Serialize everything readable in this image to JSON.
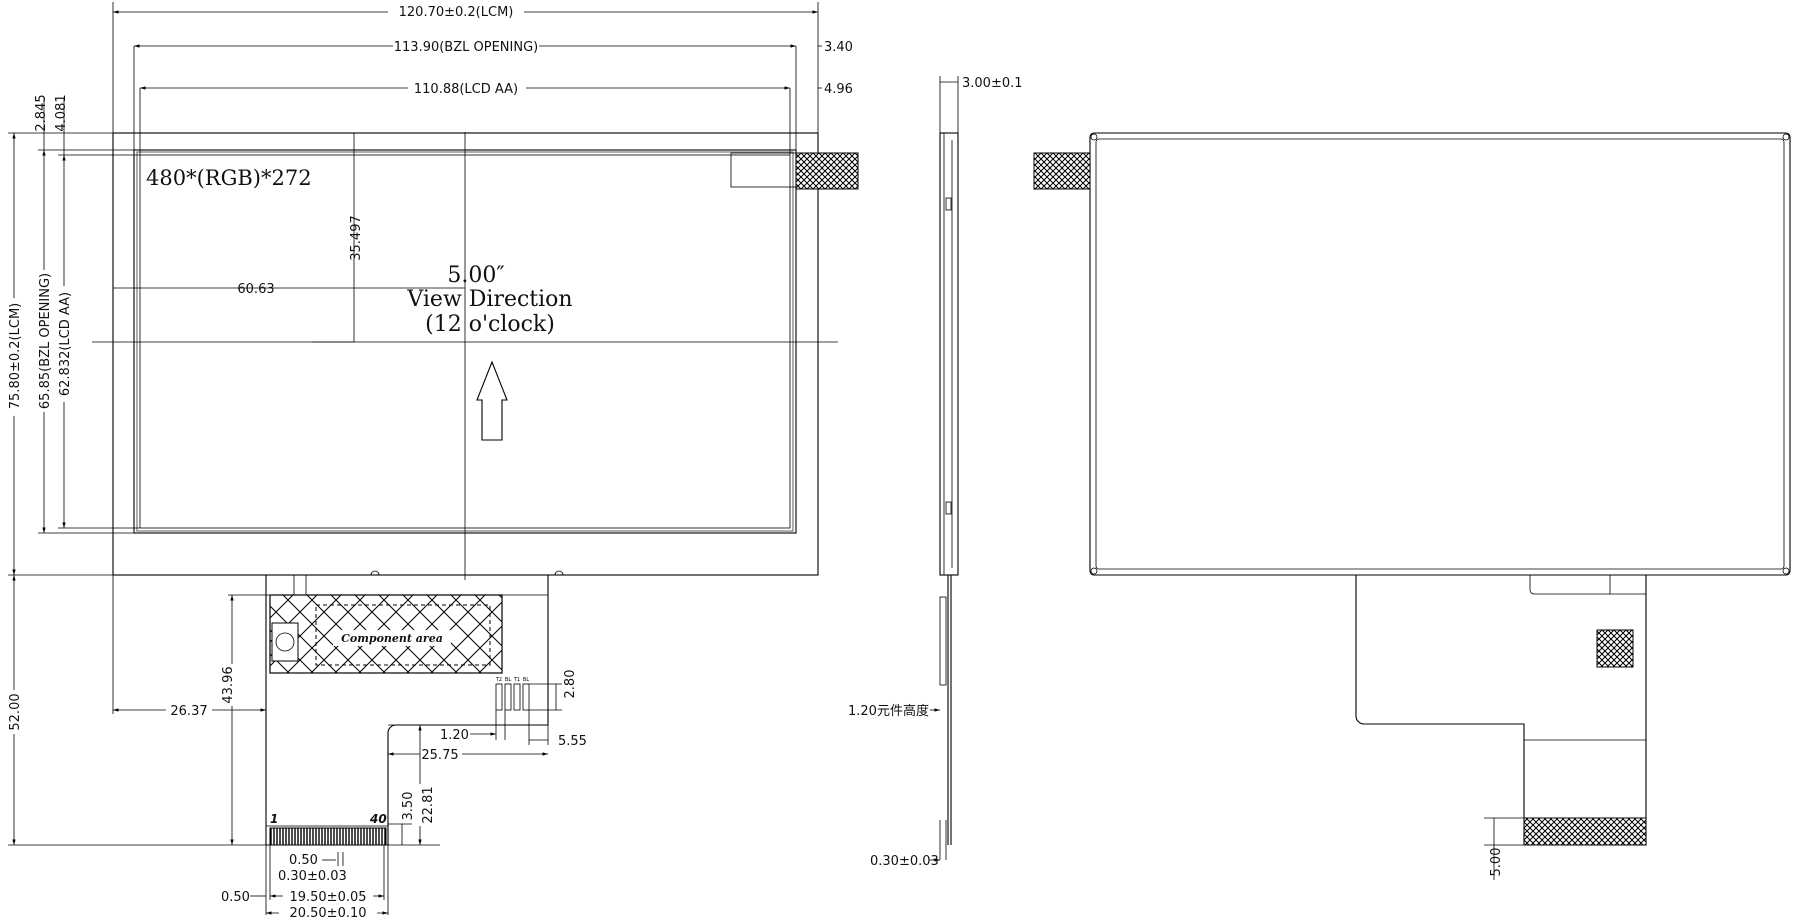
{
  "front_view": {
    "lcm_width": "120.70±0.2(LCM)",
    "bzl_opening_width": "113.90(BZL OPENING)",
    "lcd_aa_width": "110.88(LCD AA)",
    "right_offset_bzl": "3.40",
    "right_offset_aa": "4.96",
    "top_offset_bzl": "2.845",
    "top_offset_aa": "4.081",
    "lcm_height": "75.80±0.2(LCM)",
    "bzl_opening_height": "65.85(BZL OPENING)",
    "lcd_aa_height": "62.832(LCD AA)",
    "resolution": "480*(RGB)*272",
    "center_x": "60.63",
    "center_y": "35.497",
    "diagonal": "5.00″",
    "view_direction": "View Direction",
    "clock": "(12 o'clock)",
    "fpc_offset": "26.37",
    "fpc_length": "43.96",
    "total_height": "52.00",
    "component_area": "Component area",
    "pad_labels": [
      "T2",
      "BL",
      "T1",
      "BL"
    ],
    "pad_height": "2.80",
    "pad_pitch": "1.20",
    "pad_right": "5.55",
    "fpc_step": "25.75",
    "fpc_tail": "22.81",
    "stiffener": "3.50",
    "pin_first": "1",
    "pin_last": "40",
    "pin_pitch": "0.50",
    "pin_width": "0.30±0.03",
    "pin_edge": "0.50",
    "pin_span": "19.50±0.05",
    "fpc_width": "20.50±0.10"
  },
  "side_view": {
    "thickness": "3.00±0.1",
    "component_height": "1.20元件高度",
    "fpc_thickness": "0.30±0.03"
  },
  "back_view": {
    "stiffener_length": "5.00"
  }
}
